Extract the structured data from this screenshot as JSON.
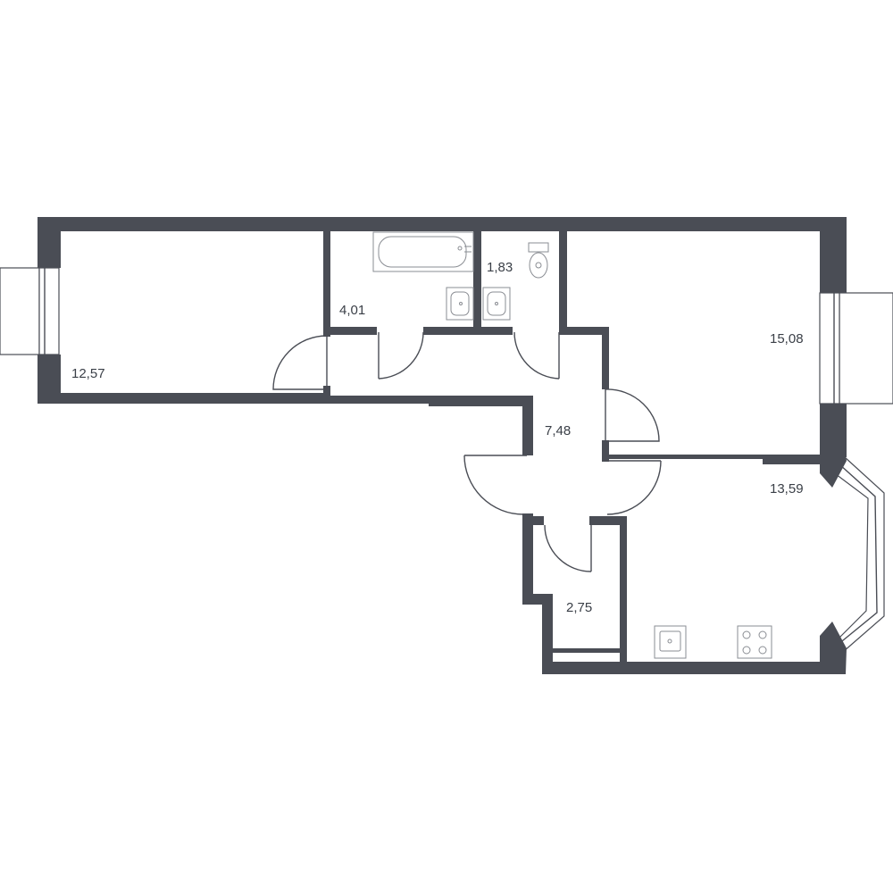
{
  "colors": {
    "wall": "#4a4d55",
    "fixture": "#8a8d93",
    "background": "#ffffff",
    "label": "#3a3f47"
  },
  "rooms": {
    "room_left": {
      "area": "12,57"
    },
    "bathroom": {
      "area": "4,01"
    },
    "toilet": {
      "area": "1,83"
    },
    "room_right": {
      "area": "15,08"
    },
    "hall": {
      "area": "7,48"
    },
    "kitchen": {
      "area": "13,59"
    },
    "storage": {
      "area": "2,75"
    }
  },
  "icons": [
    "bathtub-icon",
    "sink-icon",
    "toilet-icon",
    "kitchen-sink-icon",
    "stove-icon",
    "door-swing-icon",
    "window-icon"
  ]
}
